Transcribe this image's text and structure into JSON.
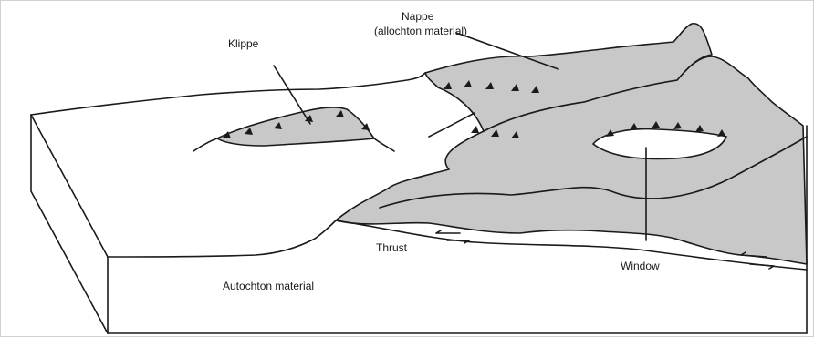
{
  "colors": {
    "nappe_fill": "#c8c8c8",
    "ink": "#1a1a1a",
    "background": "#ffffff",
    "border": "#d0d0d0"
  },
  "labels": {
    "nappe": "Nappe",
    "nappe_sub": "(allochton material)",
    "klippe": "Klippe",
    "thrust": "Thrust",
    "window": "Window",
    "autochton": "Autochton material"
  }
}
